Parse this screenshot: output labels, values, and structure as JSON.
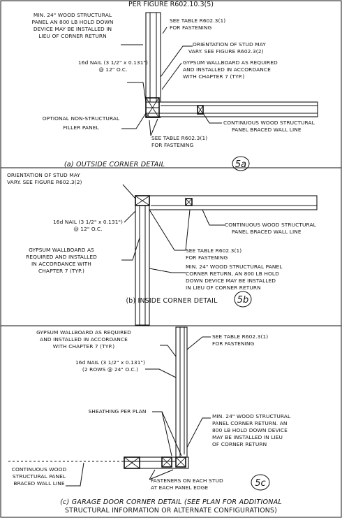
{
  "header": "PER FIGURE R602.10.3(5)",
  "detail_a": {
    "notes": {
      "min_panel": [
        "MIN. 24\" WOOD STRUCTURAL",
        "PANEL AN 800 LB HOLD DOWN",
        "DEVICE MAY BE INSTALLED IN",
        "LIEU OF CORNER RETURN"
      ],
      "see_table_top": [
        "SEE TABLE R602.3(1)",
        "FOR FASTENING"
      ],
      "orientation": [
        "ORIENTATION OF STUD MAY",
        "VARY. SEE FIGURE R602.3(2)"
      ],
      "nail": [
        "16d NAIL (3 1/2\" x 0.131\")",
        "@ 12\" O.C."
      ],
      "gypsum": [
        "GYPSUM WALLBOARD AS REQUIRED",
        "AND INSTALLED IN ACCORDANCE",
        "WITH CHAPTER 7 (TYP.)"
      ],
      "filler": [
        "OPTIONAL NON-STRUCTURAL",
        "FILLER PANEL"
      ],
      "continuous": [
        "CONTINUOUS WOOD STRUCTURAL",
        "PANEL BRACED WALL LINE"
      ],
      "see_table_bottom": [
        "SEE TABLE R602.3(1)",
        "FOR FASTENING"
      ]
    },
    "caption": "(a) OUTSIDE CORNER DETAIL",
    "tag": "5a"
  },
  "detail_b": {
    "notes": {
      "orientation": [
        "ORIENTATION OF STUD MAY",
        "VARY. SEE FIGURE R602.3(2)"
      ],
      "nail": [
        "16d NAIL (3 1/2\" x 0.131\")",
        "@ 12\" O.C."
      ],
      "continuous": [
        "CONTINUOUS WOOD STRUCTURAL",
        "PANEL BRACED WALL LINE"
      ],
      "gypsum": [
        "GYPSUM WALLBOARD AS",
        "REQUIRED AND INSTALLED",
        "IN ACCORDANCE WITH",
        "CHAPTER 7 (TYP.)"
      ],
      "see_table": [
        "SEE TABLE R602.3(1)",
        "FOR FASTENING"
      ],
      "min_panel": [
        "MIN. 24\" WOOD STRUCTURAL PANEL",
        "CORNER RETURN, AN 800 LB HOLD",
        "DOWN DEVICE MAY BE INSTALLED",
        "IN LIEU OF CORNER RETURN"
      ]
    },
    "caption": "(b) INSIDE CORNER DETAIL",
    "tag": "5b"
  },
  "detail_c": {
    "notes": {
      "gypsum": [
        "GYPSUM WALLBOARD AS REQUIRED",
        "AND INSTALLED IN ACCORDANCE",
        "WITH CHAPTER 7 (TYP.)"
      ],
      "see_table": [
        "SEE TABLE R602.3(1)",
        "FOR FASTENING"
      ],
      "nail": [
        "16d NAIL (3 1/2\" x 0.131\")",
        "(2 ROWS @ 24\" O.C.)"
      ],
      "sheathing": [
        "SHEATHING PER PLAN"
      ],
      "min_panel": [
        "MIN. 24\" WOOD STRUCTURAL",
        "PANEL CORNER RETURN. AN",
        "800 LB HOLD DOWN DEVICE",
        "MAY BE INSTALLED IN LIEU",
        "OF CORNER RETURN"
      ],
      "continuous": [
        "CONTINUOUS WOOD",
        "STRUCTURAL PANEL",
        "BRACED WALL LINE"
      ],
      "fasteners": [
        "FASTENERS ON EACH STUD",
        "AT EACH PANEL EDGE"
      ]
    },
    "caption_lines": [
      "(c) GARAGE DOOR CORNER DETAIL (SEE PLAN FOR ADDITIONAL",
      "STRUCTURAL INFORMATION OR ALTERNATE CONFIGURATIONS)"
    ],
    "tag": "5c"
  }
}
